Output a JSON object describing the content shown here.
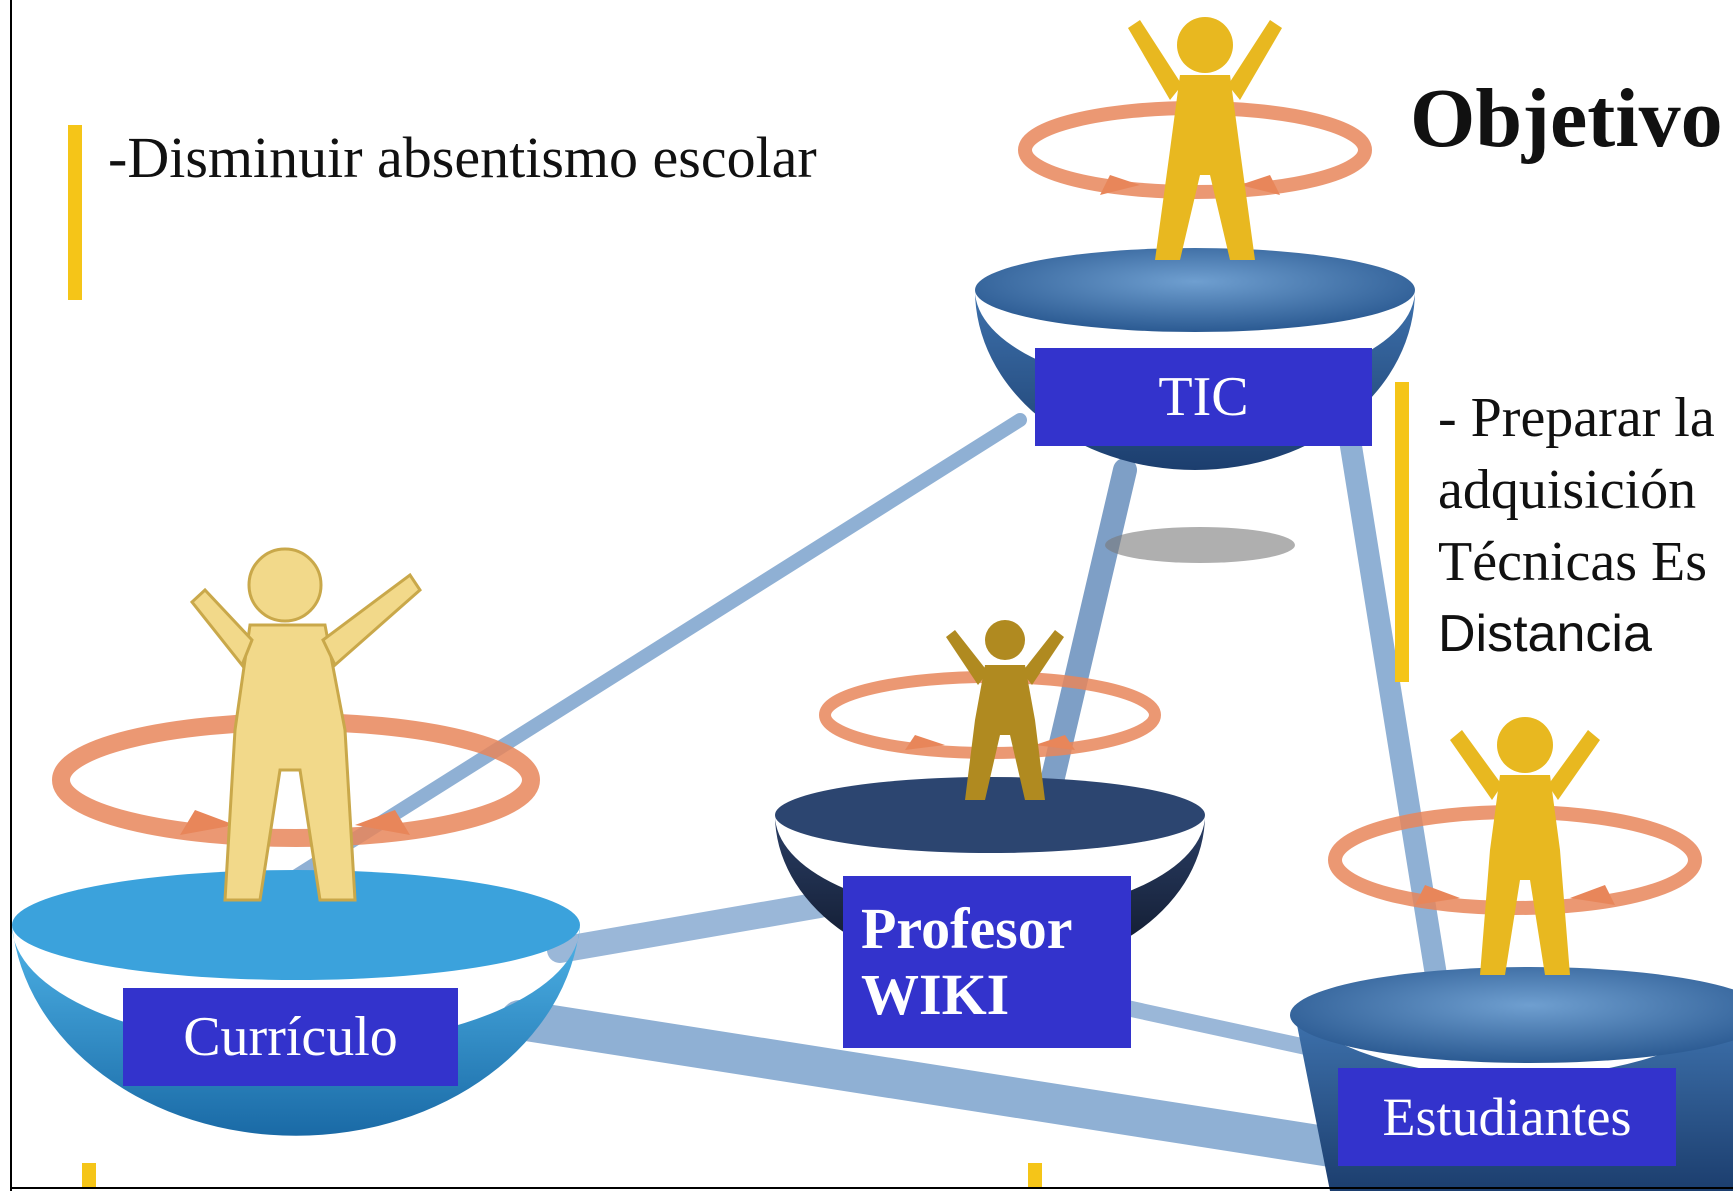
{
  "slide": {
    "title": "Objetivo",
    "objective_left": "-Disminuir absentismo escolar",
    "objective_right": [
      "- Preparar la",
      "adquisición",
      "Técnicas Es",
      "Distancia"
    ]
  },
  "nodes": {
    "tic": "TIC",
    "curriculo": "Currículo",
    "profesor": [
      "Profesor",
      "WIKI"
    ],
    "estudiantes": "Estudiantes"
  },
  "colors": {
    "accent_bar": "#f5c518",
    "label_bg": "#3333cc",
    "figure_gold": "#e8b820",
    "figure_pale": "#f2d98a",
    "figure_dark": "#b08a20",
    "arrow_orange": "#e8865a",
    "platform_blue": "#3a6fa8",
    "platform_dark": "#1a2a48",
    "platform_cyan": "#2a8ac8"
  }
}
